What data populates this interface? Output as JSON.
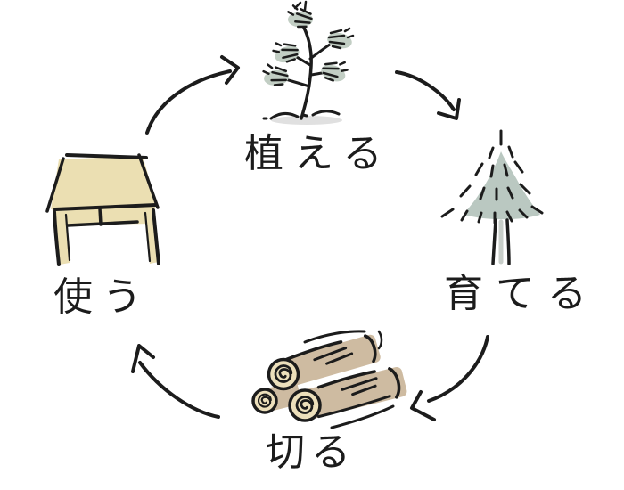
{
  "type": "cycle-diagram",
  "subject": "wood lifecycle",
  "colors": {
    "background": "#ffffff",
    "ink": "#1c1c1c",
    "sage": "#c2cec4",
    "conifer": "#b3c2ba",
    "tan": "#cebba1",
    "cream_log": "#ecdfbb",
    "cream_table": "#ebdfb2",
    "shadow": "#d8d8d8",
    "trunk_shadow": "#c8cec9"
  },
  "cycle": {
    "steps": [
      {
        "id": "plant",
        "label": "植える",
        "illustration": "sapling",
        "position": "top"
      },
      {
        "id": "grow",
        "label": "育てる",
        "illustration": "conifer-tree",
        "position": "right"
      },
      {
        "id": "cut",
        "label": "切る",
        "illustration": "stacked-logs",
        "position": "bottom"
      },
      {
        "id": "use",
        "label": "使う",
        "illustration": "wooden-table",
        "position": "left"
      }
    ],
    "arrows": [
      {
        "from": "use",
        "to": "plant"
      },
      {
        "from": "plant",
        "to": "grow"
      },
      {
        "from": "grow",
        "to": "cut"
      },
      {
        "from": "cut",
        "to": "use"
      }
    ]
  }
}
